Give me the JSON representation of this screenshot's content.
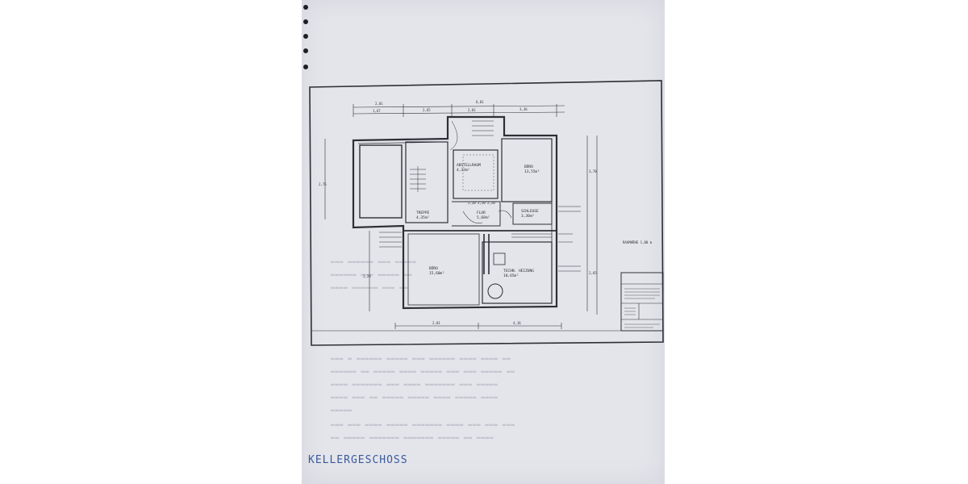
{
  "caption": "KELLERGESCHOSS",
  "scale_note": "RAUMHÖHE 1,80 m",
  "rooms": [
    {
      "name": "TREPPE",
      "area": "4,35m²"
    },
    {
      "name": "FLUR",
      "area": "5,68m²"
    },
    {
      "name": "BÜRO",
      "area": "15,60m²"
    },
    {
      "name": "BÜRO",
      "area": "13,55m²"
    },
    {
      "name": "TECHN. HEIZUNG",
      "area": "10,65m²"
    },
    {
      "name": "ABSTELLRAUM",
      "area": "4,33m²"
    },
    {
      "name": "SCHLEUSE",
      "area": "3,30m²"
    }
  ],
  "dimensions": {
    "top_row_1": [
      "2,01",
      "6,01"
    ],
    "top_row_2": [
      "1,67",
      "2,65",
      "2,01",
      "3,36"
    ],
    "bottom_row": [
      "2,01",
      "4,16"
    ],
    "left": [
      "2,76",
      "2,28"
    ],
    "right": [
      "3,70",
      "2,65"
    ],
    "inner": [
      "2,20",
      "2,20",
      "2,20"
    ]
  },
  "colors": {
    "paper": "#e4e5eb",
    "ink": "#2a2a32",
    "caption_ink": "#3a5a9c"
  }
}
